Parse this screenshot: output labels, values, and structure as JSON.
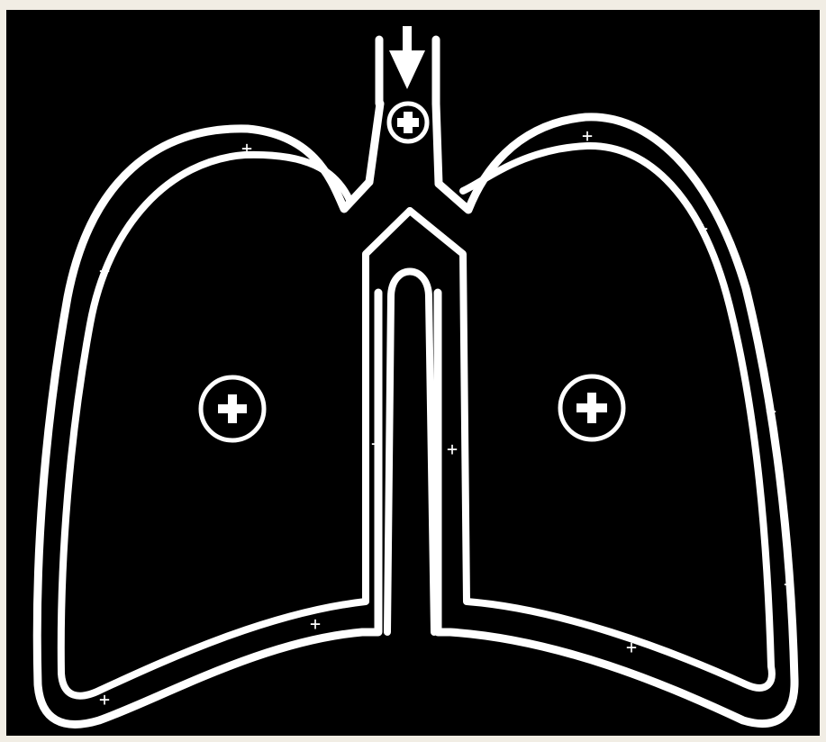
{
  "colors": {
    "background": "#000000",
    "line": "#ffffff",
    "border": "#f1ede4"
  },
  "symbols": {
    "pressure_sign": "+",
    "inflow_arrow": "arrow-down-icon"
  },
  "chart_data": {
    "type": "diagram",
    "subject": "lungs",
    "title": "",
    "circled_plus_count": 3,
    "small_plus_count": 11
  }
}
